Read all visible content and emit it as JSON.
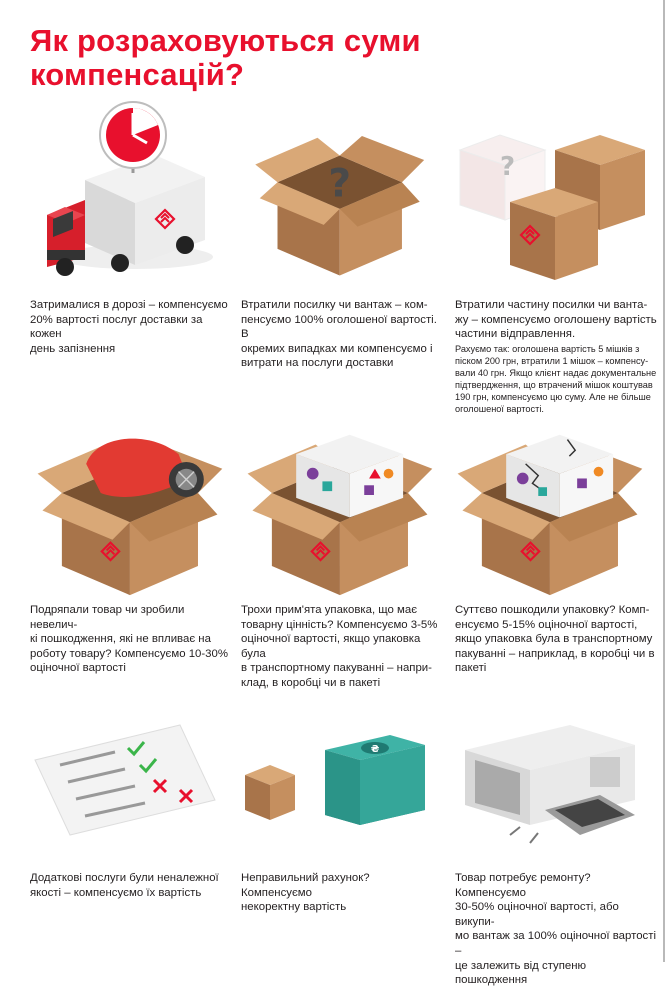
{
  "page": {
    "title_line1": "Як розраховуються суми",
    "title_line2": "компенсацій?"
  },
  "colors": {
    "accent": "#e8102d",
    "box": "#c58f5f",
    "box_dark": "#a8744a",
    "box_light": "#d9a877"
  },
  "items": [
    {
      "illustration": "delayed-truck",
      "caption": [
        "Затрималися в дорозі – компенсуємо",
        "20% вартості послуг доставки за кожен",
        "день запізнення"
      ]
    },
    {
      "illustration": "empty-box-question",
      "caption": [
        "Втратили посилку чи вантаж – ком-",
        "пенсуємо 100% оголошеної вартості. В",
        "окремих випадках ми компенсуємо і",
        "витрати на послуги доставки"
      ]
    },
    {
      "illustration": "partial-loss-boxes",
      "caption": [
        "Втратили частину посилки чи ванта-",
        "жу – компенсуємо оголошену вартість",
        "частини відправлення."
      ],
      "note": [
        "Рахуємо так: оголошена вартість 5 мішків з",
        "піском 200 грн, втратили 1 мішок – компенсу-",
        "вали 40 грн. Якщо клієнт надає документальне",
        "підтвердження, що втрачений мішок коштував",
        "190 грн, компенсуємо цю суму. Але не більше",
        "оголошеної вартості."
      ]
    },
    {
      "illustration": "scratched-dryer-box",
      "caption": [
        "Подряпали товар чи зробили невелич-",
        "кі пошкодження, які не впливає на",
        "роботу товару? Компенсуємо 10-30%",
        "оціночної вартості"
      ]
    },
    {
      "illustration": "crumpled-package-box",
      "caption": [
        "Трохи прим'ята упаковка, що має",
        "товарну цінність? Компенсуємо 3-5%",
        "оціночної вартості, якщо упаковка була",
        "в транспортному пакуванні – напри-",
        "клад, в коробці чи в пакеті"
      ]
    },
    {
      "illustration": "damaged-package-box",
      "caption": [
        "Суттєво пошкодили упаковку? Комп-",
        "енсуємо 5-15% оціночної вартості,",
        "якщо упаковка була в транспортному",
        "пакуванні – наприклад, в коробці чи в",
        "пакеті"
      ]
    },
    {
      "illustration": "service-checklist",
      "caption": [
        "Додаткові послуги були неналежної",
        "якості – компенсуємо їх вартість"
      ]
    },
    {
      "illustration": "box-and-money",
      "caption": [
        "Неправильний рахунок? Компенсуємо",
        "некоректну вартість"
      ]
    },
    {
      "illustration": "broken-microwave",
      "caption": [
        "Товар потребує ремонту? Компенсуємо",
        "30-50% оціночної вартості, або викупи-",
        "мо вантаж за 100% оціночної вартості –",
        "це залежить від ступеню пошкодження"
      ]
    }
  ]
}
